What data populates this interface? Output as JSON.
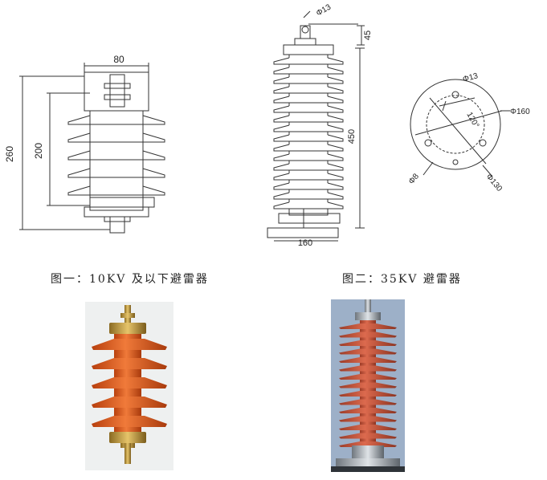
{
  "figure1": {
    "caption": "图一：10KV 及以下避雷器",
    "dims": {
      "width": "80",
      "total_height": "260",
      "body_height": "200"
    }
  },
  "figure2": {
    "caption": "图二：35KV 避雷器",
    "dims": {
      "top_hole": "Φ13",
      "cap_height": "45",
      "body_height": "450",
      "base_width": "160"
    }
  },
  "flange": {
    "dims": {
      "hole": "Φ13",
      "angle": "120°",
      "outer": "Φ160",
      "bolt": "Φ8",
      "pitch": "Φ130"
    }
  },
  "colors": {
    "line": "#333333",
    "insulator_orange": "#e0561a",
    "insulator_red": "#c9553d",
    "brass": "#c9a04a",
    "metal": "#a9b0b8"
  }
}
